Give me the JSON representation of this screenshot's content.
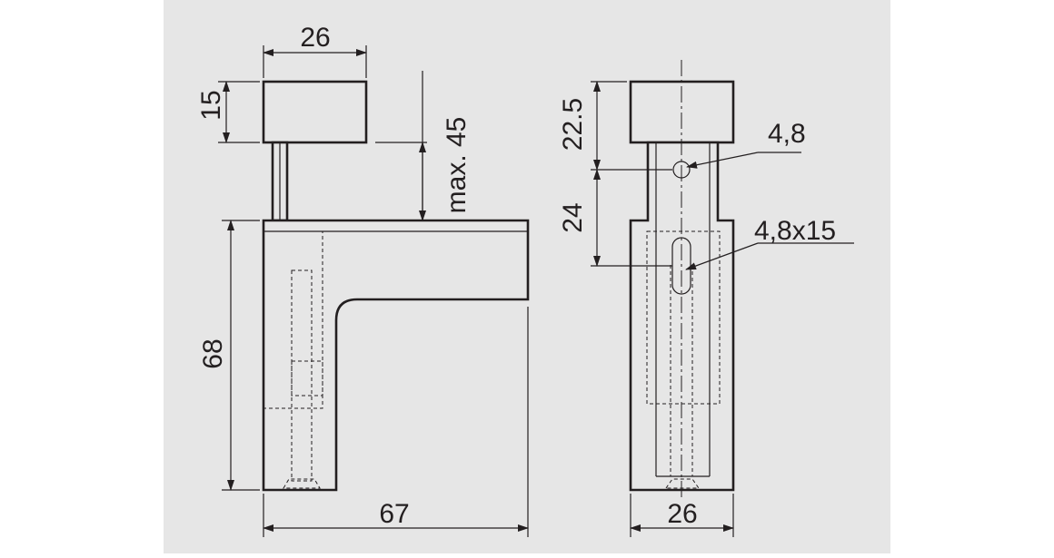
{
  "colors": {
    "background": "#ffffff",
    "sheet": "#e6e6e6",
    "line": "#231f20"
  },
  "side_view": {
    "width_top": "26",
    "height_top": "15",
    "max_gap": "max. 45",
    "height_total": "68",
    "length_total": "67"
  },
  "front_view": {
    "height_top": "22.5",
    "hole_spacing": "24",
    "hole_dia": "4,8",
    "slot_size": "4,8x15",
    "width": "26"
  }
}
